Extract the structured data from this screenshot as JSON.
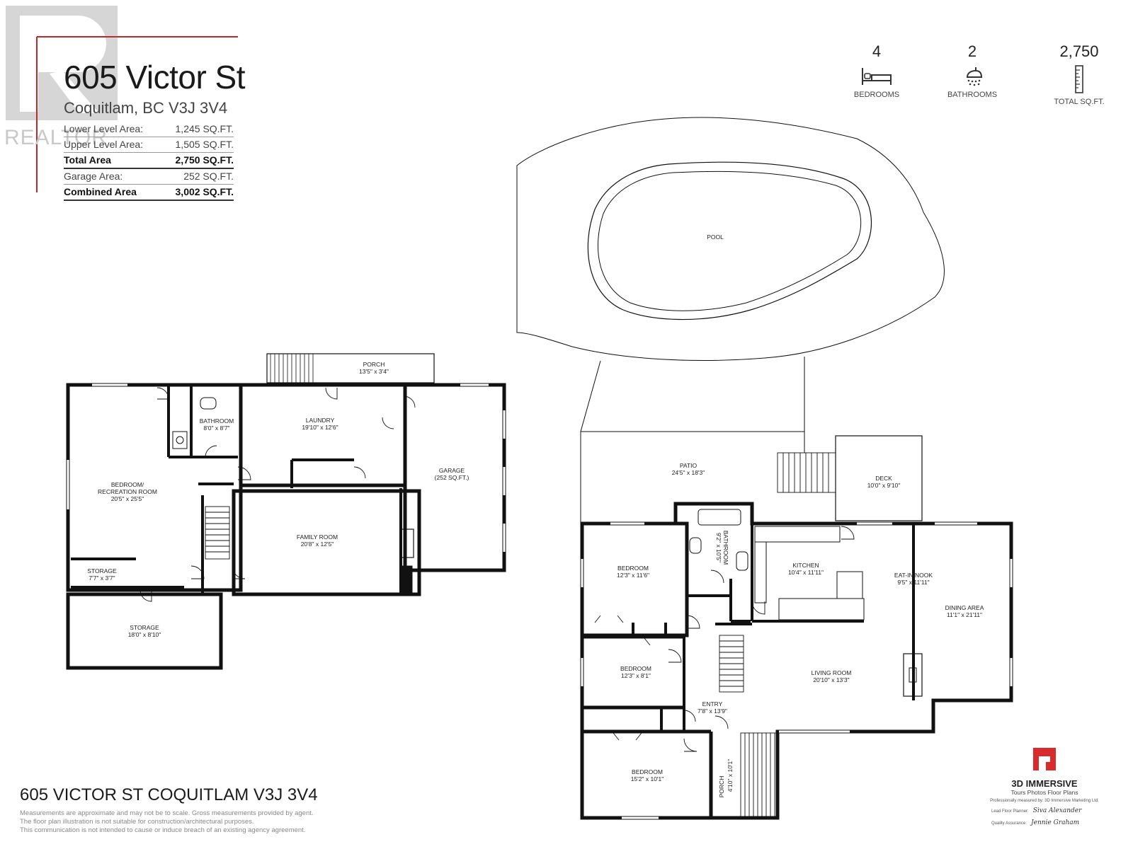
{
  "header": {
    "title": "605 Victor St",
    "subtitle": "Coquitlam, BC V3J 3V4",
    "areas": [
      {
        "label": "Lower Level Area:",
        "value": "1,245 SQ.FT.",
        "style": "plain"
      },
      {
        "label": "Upper Level Area:",
        "value": "1,505 SQ.FT.",
        "style": "plain"
      },
      {
        "label": "Total Area",
        "value": "2,750 SQ.FT.",
        "style": "bold"
      },
      {
        "label": "Garage Area:",
        "value": "252 SQ.FT.",
        "style": "plain"
      },
      {
        "label": "Combined Area",
        "value": "3,002 SQ.FT.",
        "style": "bold"
      }
    ]
  },
  "watermark": {
    "text": "REALTOR",
    "color": "#c9c9c9",
    "accent": "#c0282a"
  },
  "stats": [
    {
      "value": "4",
      "label": "BEDROOMS",
      "icon": "bed-icon"
    },
    {
      "value": "2",
      "label": "BATHROOMS",
      "icon": "shower-icon"
    },
    {
      "value": "2,750",
      "label": "TOTAL SQ.FT.",
      "icon": "ruler-icon"
    }
  ],
  "lower_level": {
    "rooms": {
      "porch_name": "PORCH",
      "porch_size": "13'5\" x 3'4\"",
      "bath_name": "BATHROOM",
      "bath_size": "8'0\" x 8'7\"",
      "laundry_name": "LAUNDRY",
      "laundry_size": "19'10\" x 12'6\"",
      "garage_name": "GARAGE",
      "garage_size": "(252 SQ.FT.)",
      "bedrec_name1": "BEDROOM/",
      "bedrec_name2": "RECREATION ROOM",
      "bedrec_size": "20'5\" x 25'5\"",
      "family_name": "FAMILY ROOM",
      "family_size": "20'8\" x 12'5\"",
      "storage1_name": "STORAGE",
      "storage1_size": "7'7\" x 3'7\"",
      "storage2_name": "STORAGE",
      "storage2_size": "18'0\" x 8'10\""
    }
  },
  "upper_level": {
    "rooms": {
      "pool_name": "POOL",
      "patio_name": "PATIO",
      "patio_size": "24'5\" x 18'3\"",
      "deck_name": "DECK",
      "deck_size": "10'0\" x 9'10\"",
      "bath_name": "BATHROOM",
      "bath_size": "9'2\" x 10'5\"",
      "bed1_name": "BEDROOM",
      "bed1_size": "12'3\" x 11'6\"",
      "kitchen_name": "KITCHEN",
      "kitchen_size": "10'4\" x 11'11\"",
      "nook_name": "EAT-IN NOOK",
      "nook_size": "9'5\" x 11'11\"",
      "dining_name": "DINING AREA",
      "dining_size": "11'1\" x 21'11\"",
      "bed2_name": "BEDROOM",
      "bed2_size": "12'3\" x 8'1\"",
      "living_name": "LIVING ROOM",
      "living_size": "20'10\" x 13'3\"",
      "entry_name": "ENTRY",
      "entry_size": "7'8\" x 13'9\"",
      "bed3_name": "BEDROOM",
      "bed3_size": "15'2\" x 10'1\"",
      "porch_name": "PORCH",
      "porch_size": "4'10\" x 10'1\""
    }
  },
  "footer": {
    "address": "605 VICTOR ST COQUITLAM V3J 3V4",
    "disclaimer": [
      "Measurements are approximate and may not be to scale. Gross measurements provided by agent.",
      "The floor plan illustration is not suitable for construction/architectural purposes.",
      "This communication is not intended to cause or induce breach of an existing agency agreement."
    ]
  },
  "brand": {
    "name": "3D IMMERSIVE",
    "tagline": "Tours  Photos  Floor Plans",
    "small": "Professionally measured by: 3D Immersive Marketing Ltd.",
    "lead_label": "Lead Floor Planner:",
    "lead_sig": "Siva Alexander",
    "qa_label": "Quality Assurance:",
    "qa_sig": "Jennie Graham",
    "accent": "#d92b2b"
  }
}
